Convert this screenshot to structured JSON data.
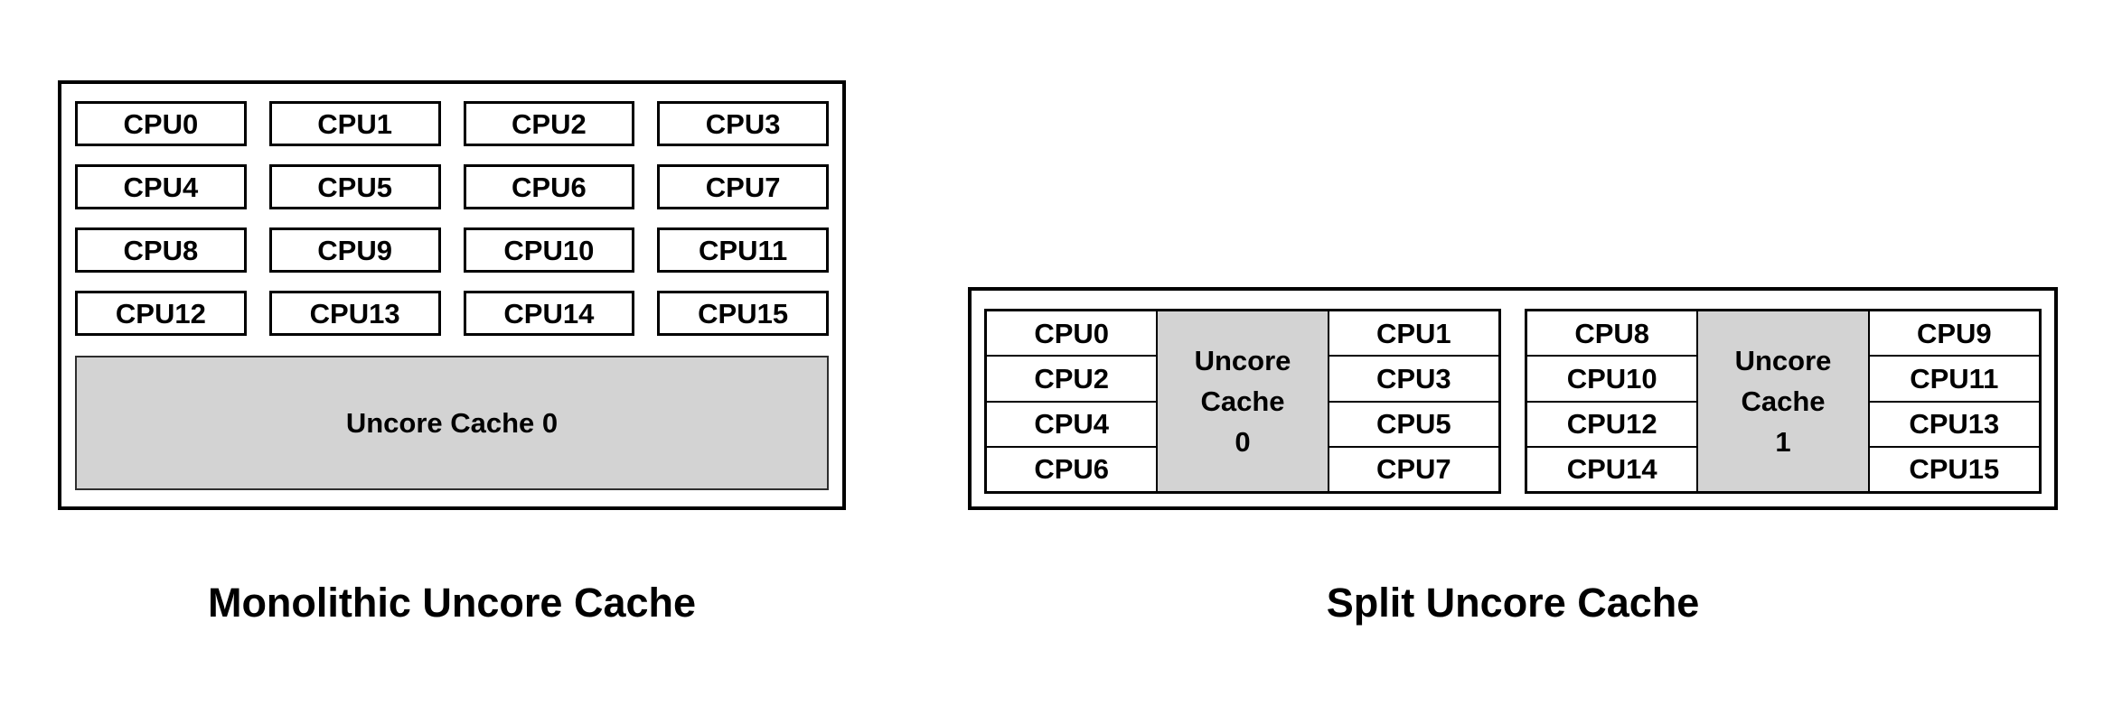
{
  "monolithic": {
    "caption": "Monolithic Uncore Cache",
    "cpus": [
      "CPU0",
      "CPU1",
      "CPU2",
      "CPU3",
      "CPU4",
      "CPU5",
      "CPU6",
      "CPU7",
      "CPU8",
      "CPU9",
      "CPU10",
      "CPU11",
      "CPU12",
      "CPU13",
      "CPU14",
      "CPU15"
    ],
    "cache_label": "Uncore Cache 0"
  },
  "split": {
    "caption": "Split Uncore Cache",
    "clusters": [
      {
        "left_cpus": [
          "CPU0",
          "CPU2",
          "CPU4",
          "CPU6"
        ],
        "cache_label": "Uncore Cache 0",
        "cache_lines": [
          "Uncore",
          "Cache",
          "0"
        ],
        "right_cpus": [
          "CPU1",
          "CPU3",
          "CPU5",
          "CPU7"
        ]
      },
      {
        "left_cpus": [
          "CPU8",
          "CPU10",
          "CPU12",
          "CPU14"
        ],
        "cache_label": "Uncore Cache 1",
        "cache_lines": [
          "Uncore",
          "Cache",
          "1"
        ],
        "right_cpus": [
          "CPU9",
          "CPU11",
          "CPU13",
          "CPU15"
        ]
      }
    ]
  },
  "colors": {
    "cache_fill": "#d3d3d3",
    "border": "#000000",
    "background": "#ffffff",
    "text": "#000000"
  }
}
